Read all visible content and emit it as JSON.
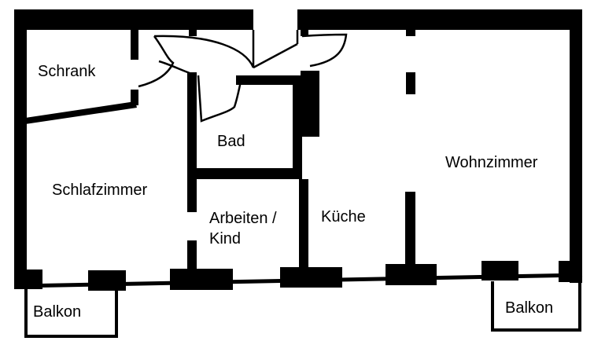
{
  "colors": {
    "wall": "#000000",
    "background": "#ffffff"
  },
  "rooms": {
    "schrank": "Schrank",
    "bad": "Bad",
    "schlafzimmer": "Schlafzimmer",
    "arbeiten_line1": "Arbeiten /",
    "arbeiten_line2": "Kind",
    "kueche": "Küche",
    "wohnzimmer": "Wohnzimmer",
    "balkon_left": "Balkon",
    "balkon_right": "Balkon"
  }
}
